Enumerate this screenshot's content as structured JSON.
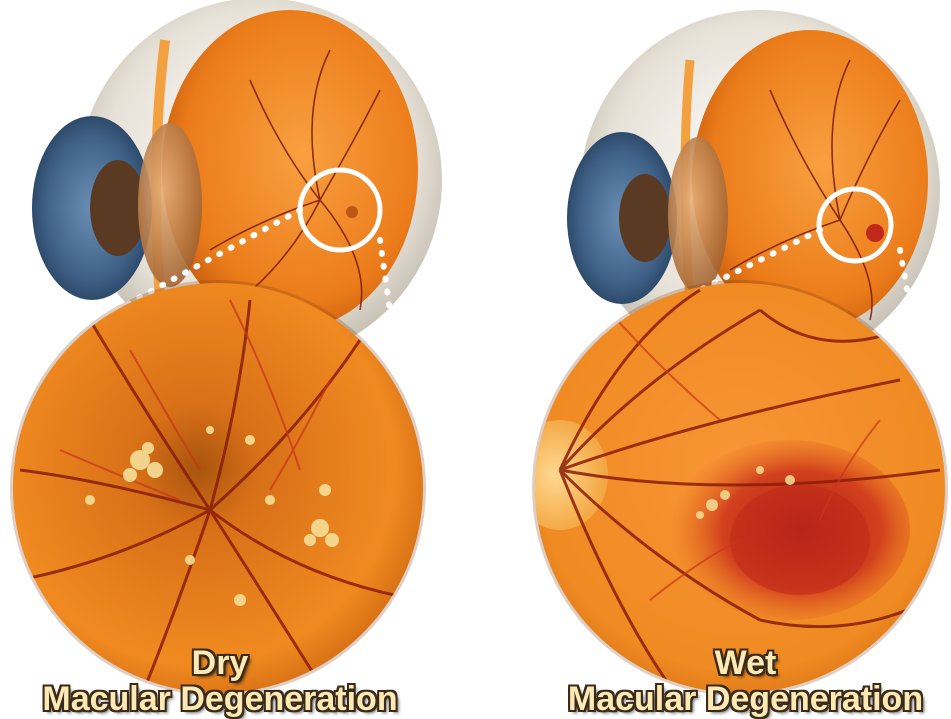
{
  "panels": [
    {
      "id": "dry",
      "title": "Dry",
      "subtitle": "Macular Degeneration"
    },
    {
      "id": "wet",
      "title": "Wet",
      "subtitle": "Macular Degeneration"
    }
  ],
  "colors": {
    "retina": "#f2861c",
    "retina_dark": "#c8560a",
    "vessel": "#7a1a08",
    "sclera": "#e9e6e0",
    "iris": "#4a6f96",
    "pupil": "#5a3a22",
    "drusen": "#f3d98a",
    "hemorrhage": "#c0281a",
    "caption_fill": "#fde9b4",
    "caption_outline": "#3a2a1a"
  },
  "icons": [
    "eyeball-cross-section",
    "retina-closeup",
    "macula-highlight-ring"
  ]
}
